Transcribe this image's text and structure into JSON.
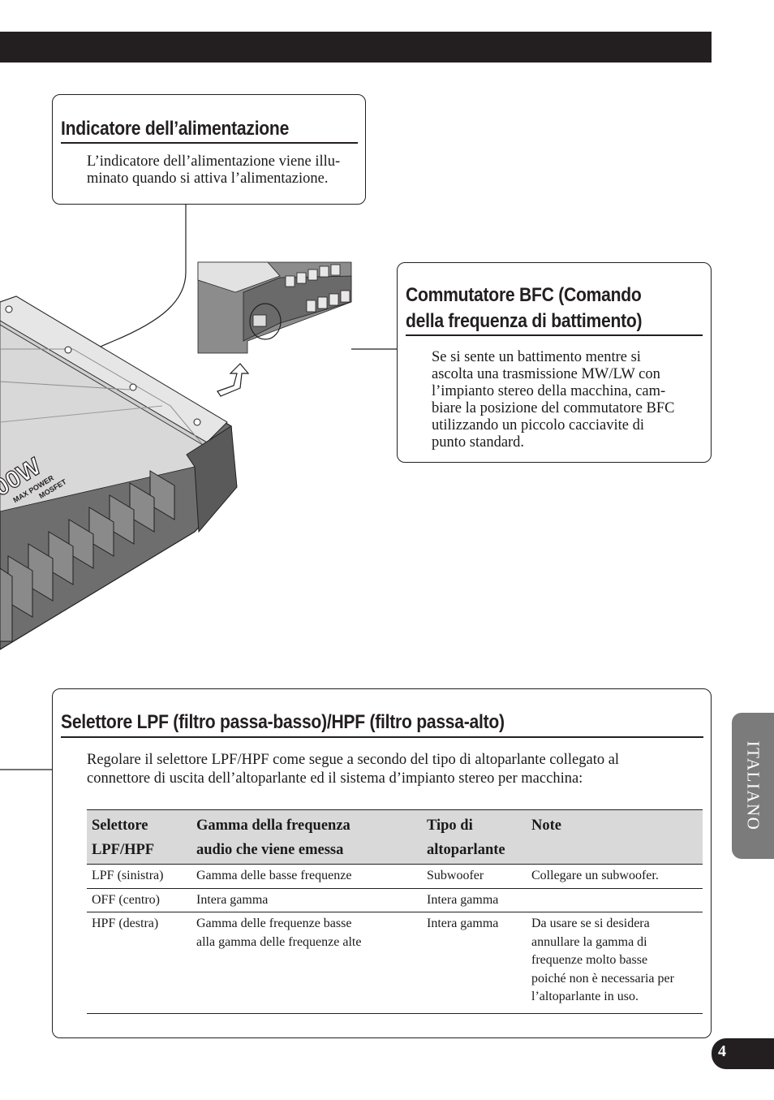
{
  "power_indicator": {
    "title": "Indicatore dell’alimentazione",
    "line1": "L’indicatore dell’alimentazione viene illu-",
    "line2": "minato quando si attiva l’alimentazione."
  },
  "bfc_switch": {
    "title_line1": "Commutatore BFC (Comando",
    "title_line2": "della frequenza di battimento)",
    "lines": [
      "Se si sente un battimento mentre si",
      "ascolta una trasmissione MW/LW con",
      "l’impianto stereo della macchina, cam-",
      "biare la posizione del commutatore BFC",
      "utilizzando un piccolo cacciavite di",
      "punto standard."
    ]
  },
  "lpf_selector": {
    "title": "Selettore LPF (filtro passa-basso)/HPF (filtro passa-alto)",
    "intro_line1": "Regolare il selettore LPF/HPF come segue a secondo del tipo di altoparlante collegato al",
    "intro_line2": "connettore di uscita dell’altoparlante ed il sistema d’impianto stereo per macchina:",
    "table": {
      "headers": [
        [
          "Selettore",
          "LPF/HPF"
        ],
        [
          "Gamma della frequenza",
          "audio che viene emessa"
        ],
        [
          "Tipo di",
          "altoparlante"
        ],
        [
          "Note",
          ""
        ]
      ],
      "rows": [
        {
          "sel": "LPF (sinistra)",
          "range": [
            "Gamma delle basse frequenze"
          ],
          "type": "Subwoofer",
          "note": [
            "Collegare un subwoofer."
          ]
        },
        {
          "sel": "OFF (centro)",
          "range": [
            "Intera gamma"
          ],
          "type": "Intera gamma",
          "note": []
        },
        {
          "sel": "HPF (destra)",
          "range": [
            "Gamma delle frequenze basse",
            "alla gamma delle frequenze alte"
          ],
          "type": "Intera gamma",
          "note": [
            "Da usare se si desidera",
            "annullare la gamma di",
            "frequenze molto basse",
            "poiché non è necessaria per",
            "l’altoparlante in uso."
          ]
        }
      ]
    }
  },
  "illustration": {
    "product_text1": "00W",
    "product_text2": "MAX POWER",
    "product_text3": "MOSFET"
  },
  "side_tab": "ITALIANO",
  "page_number": "4",
  "colors": {
    "ink": "#231f20",
    "table_header_bg": "#d9d9d9",
    "side_tab_bg": "#7b7b7b"
  }
}
